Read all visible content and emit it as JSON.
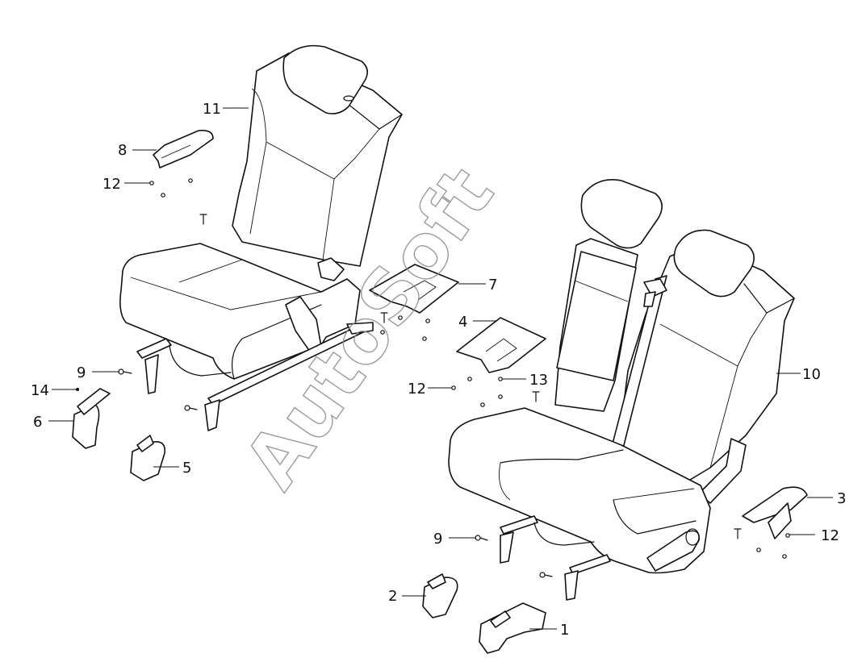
{
  "watermark": "AutoSoft",
  "callouts": [
    {
      "id": "c1",
      "label": "1"
    },
    {
      "id": "c2",
      "label": "2"
    },
    {
      "id": "c3",
      "label": "3"
    },
    {
      "id": "c4",
      "label": "4"
    },
    {
      "id": "c5",
      "label": "5"
    },
    {
      "id": "c6",
      "label": "6"
    },
    {
      "id": "c7",
      "label": "7"
    },
    {
      "id": "c8",
      "label": "8"
    },
    {
      "id": "c9a",
      "label": "9"
    },
    {
      "id": "c9b",
      "label": "9"
    },
    {
      "id": "c10",
      "label": "10"
    },
    {
      "id": "c11",
      "label": "11"
    },
    {
      "id": "c12a",
      "label": "12"
    },
    {
      "id": "c12b",
      "label": "12"
    },
    {
      "id": "c12c",
      "label": "12"
    },
    {
      "id": "c13",
      "label": "13"
    },
    {
      "id": "c14",
      "label": "14"
    }
  ]
}
